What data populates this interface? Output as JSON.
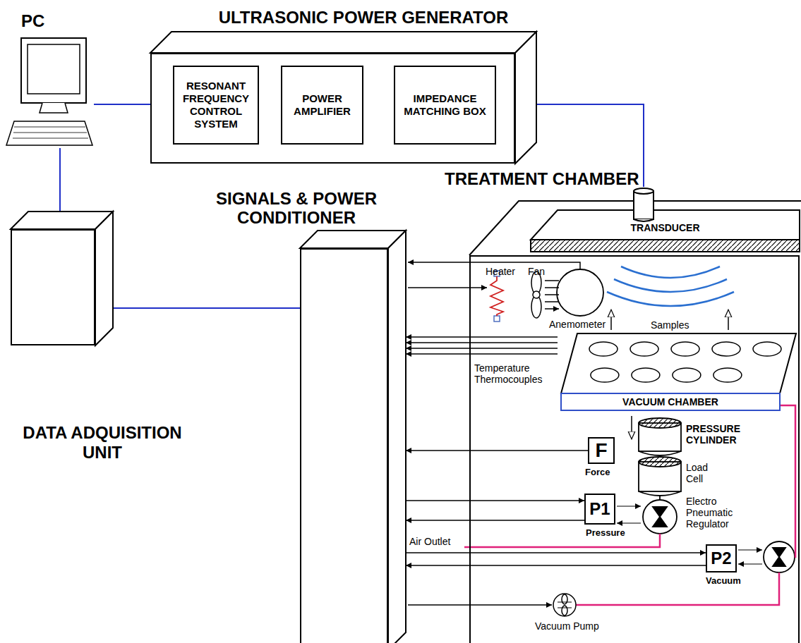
{
  "diagram": {
    "nodes": [
      {
        "text": [
          "PC"
        ]
      },
      {
        "text": [
          "ULTRASONIC POWER GENERATOR"
        ]
      },
      {
        "text": [
          "RESONANT FREQUENCY CONTROL SYSTEM"
        ],
        "in": 1
      },
      {
        "text": [
          "POWER AMPLIFIER"
        ],
        "in": 1
      },
      {
        "text": [
          "IMPEDANCE MATCHING BOX"
        ],
        "in": 1
      },
      {
        "text": [
          "TREATMENT CHAMBER"
        ]
      },
      {
        "text": [
          "TRANSDUCER"
        ],
        "in": 5
      },
      {
        "text": [
          "SIGNALS & POWER CONDITIONER"
        ]
      },
      {
        "text": [
          "DATA ADQUISITION UNIT"
        ]
      },
      {
        "text": [
          "VACUUM CHAMBER"
        ],
        "in": 5
      },
      {
        "text": [
          "F",
          "Force"
        ],
        "in": 5
      },
      {
        "text": [
          "P1",
          "Pressure"
        ],
        "in": 5
      },
      {
        "text": [
          "P2",
          "Vacuum"
        ],
        "in": 5
      }
    ],
    "edges": [
      {
        "from": 0,
        "to": 1,
        "arrow": "none"
      },
      {
        "from": 0,
        "to": 8,
        "arrow": "none"
      },
      {
        "from": 8,
        "to": 7,
        "arrow": "none"
      },
      {
        "from": 1,
        "to": 6,
        "arrow": "none"
      },
      {
        "from": 9,
        "to": 7,
        "arrow": "to"
      },
      {
        "from": 9,
        "to": 7,
        "arrow": "to"
      },
      {
        "from": 9,
        "to": 7,
        "arrow": "to"
      },
      {
        "from": 9,
        "to": 7,
        "arrow": "to"
      },
      {
        "from": 10,
        "to": 7,
        "arrow": "to"
      },
      {
        "from": 7,
        "to": 11,
        "arrow": "to"
      },
      {
        "from": 11,
        "to": 7,
        "arrow": "to"
      },
      {
        "from": 7,
        "to": 12,
        "arrow": "to"
      },
      {
        "from": 12,
        "to": 7,
        "arrow": "to"
      }
    ],
    "labels": [
      "Heater",
      "Fan",
      "Anemometer",
      "Samples",
      "Temperature Thermocouples",
      "PRESSURE CYLINDER",
      "Load Cell",
      "Electro Pneumatic Regulator",
      "Air Outlet",
      "Vacuum Pump"
    ]
  }
}
